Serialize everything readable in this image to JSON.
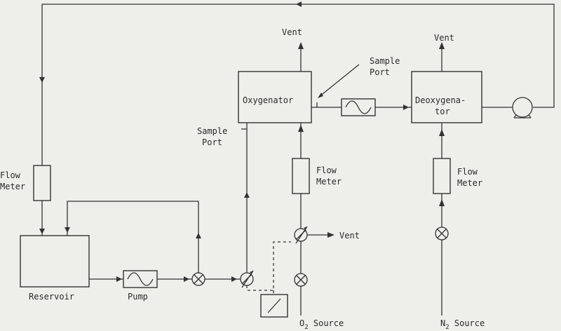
{
  "labels": {
    "vent": "Vent",
    "vent2": "Vent",
    "vent3": "Vent",
    "sample_port_top_1": "Sample",
    "sample_port_top_2": "Port",
    "sample_port_left_1": "Sample",
    "sample_port_left_2": "Port",
    "oxygenator": "Oxygenator",
    "deoxygenator_1": "Deoxygena-",
    "deoxygenator_2": "tor",
    "flow_meter_left_1": "Flow",
    "flow_meter_left_2": "Meter",
    "flow_meter_mid_1": "Flow",
    "flow_meter_mid_2": "Meter",
    "flow_meter_right_1": "Flow",
    "flow_meter_right_2": "Meter",
    "reservoir": "Reservoir",
    "pump": "Pump",
    "o2_source_main": "O",
    "o2_source_sub": "2",
    "o2_source_tail": " Source",
    "n2_source_main": "N",
    "n2_source_sub": "2",
    "n2_source_tail": " Source"
  },
  "icons": {
    "valve": "circle-with-x",
    "adjustable_valve": "circle-with-slash-arrow",
    "pump": "circle-pump",
    "filter": "box-with-sine-wave",
    "controller": "box-with-slash"
  }
}
